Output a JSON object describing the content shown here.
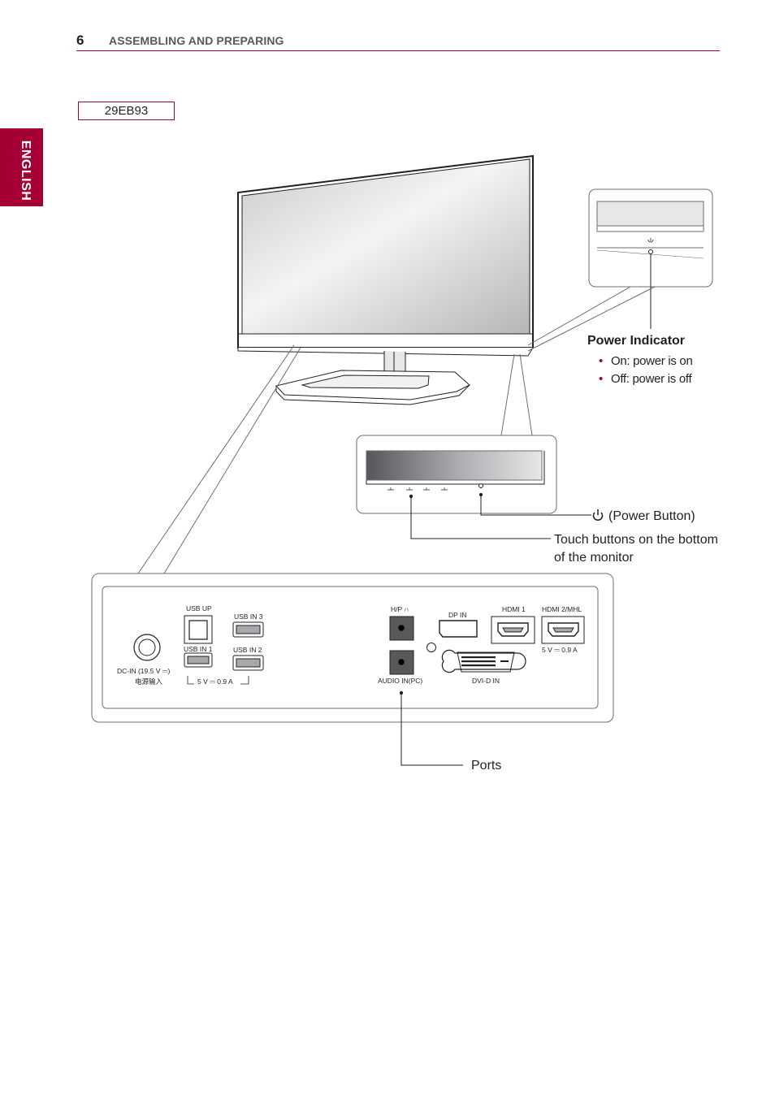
{
  "header": {
    "page_number": "6",
    "section_title": "ASSEMBLING AND PREPARING"
  },
  "model": "29EB93",
  "language_tab": "ENGLISH",
  "power_indicator": {
    "title": "Power Indicator",
    "items": [
      "On: power is on",
      "Off: power is off"
    ]
  },
  "callouts": {
    "power_button": "(Power Button)",
    "touch_buttons_line1": "Touch buttons on the bottom",
    "touch_buttons_line2": "of the monitor",
    "ports": "Ports"
  },
  "port_labels": {
    "usb_up": "USB UP",
    "usb_in_3": "USB IN 3",
    "usb_in_1": "USB IN 1",
    "usb_in_2": "USB IN 2",
    "usb_power": "5 V ⎓ 0.9 A",
    "dc_in": "DC-IN (19.5 V ⎓)",
    "dc_in_cn": "电源输入",
    "hp": "H/P",
    "audio_in": "AUDIO IN(PC)",
    "dp_in": "DP IN",
    "hdmi1": "HDMI 1",
    "hdmi2": "HDMI 2/MHL",
    "hdmi_power": "5 V ⎓ 0.9 A",
    "dvi_in": "DVI-D IN"
  },
  "colors": {
    "accent": "#a50034",
    "text": "#231f20",
    "line": "#6d6e71"
  }
}
